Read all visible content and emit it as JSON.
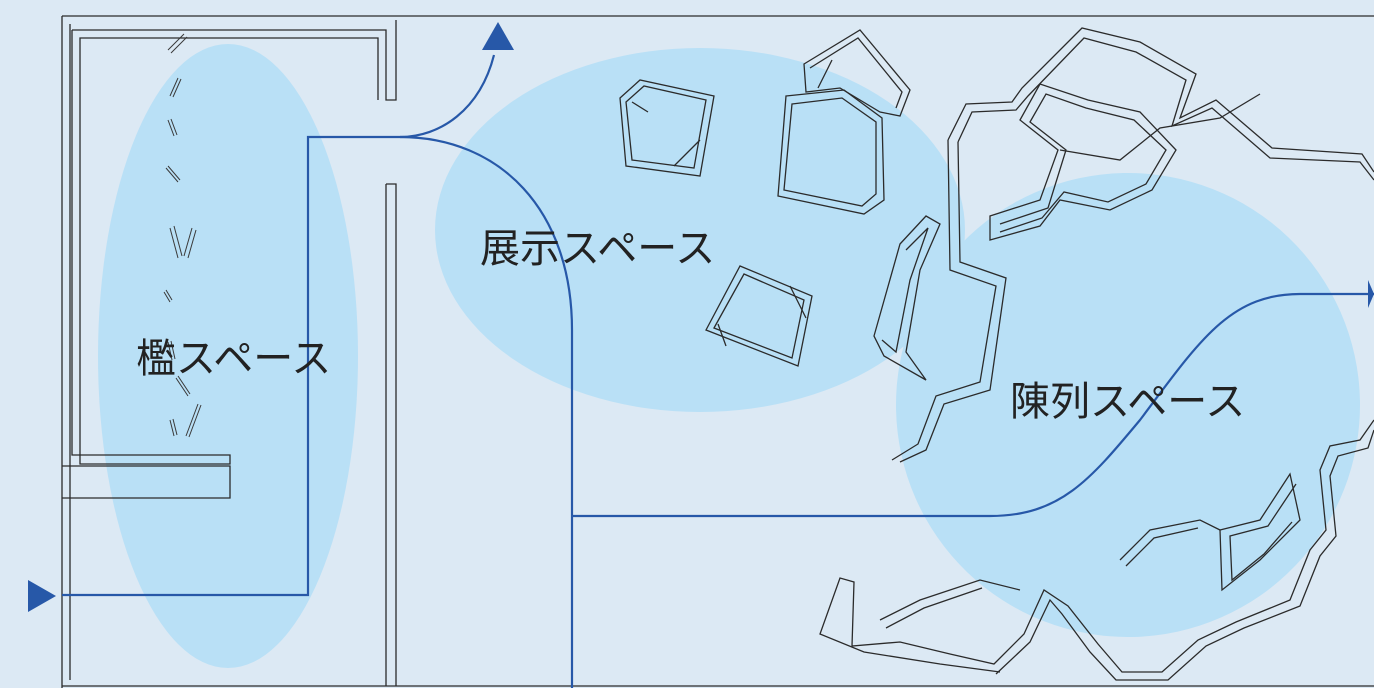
{
  "zones": {
    "cage": {
      "label": "檻スペース"
    },
    "display": {
      "label": "展示スペース"
    },
    "exhibit": {
      "label": "陳列スペース"
    }
  },
  "colors": {
    "background": "#dce9f4",
    "zone_fill": "#b9e0f6",
    "route": "#2758a8",
    "wall_line": "#2b2b2b"
  }
}
